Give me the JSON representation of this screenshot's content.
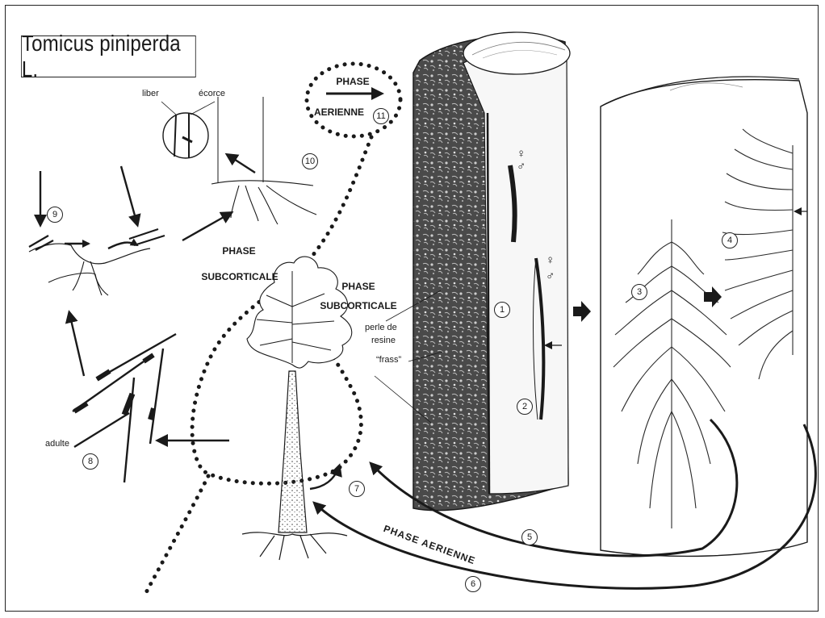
{
  "title": "Tomicus piniperda L.",
  "labels": {
    "liber": "liber",
    "ecorce": "écorce",
    "phase_aerienne_top_1": "PHASE",
    "phase_aerienne_top_2": "AERIENNE",
    "phase_subcorticale_left_1": "PHASE",
    "phase_subcorticale_left_2": "SUBCORTICALE",
    "phase_subcorticale_mid_1": "PHASE",
    "phase_subcorticale_mid_2": "SUBCORTICALE",
    "perle_de_resine_1": "perle de",
    "perle_de_resine_2": "resine",
    "frass": "“frass”",
    "adulte": "adulte",
    "phase_aerienne_bottom": "PHASE AERIENNE"
  },
  "stage_numbers": [
    "1",
    "2",
    "3",
    "4",
    "5",
    "6",
    "7",
    "8",
    "9",
    "10",
    "11"
  ],
  "sex_symbols": [
    "♀",
    "♂",
    "♀",
    "♂"
  ],
  "colors": {
    "ink": "#1a1a1a",
    "background": "#ffffff"
  },
  "icons": [
    "pine-tree",
    "bark-section",
    "gallery-pattern",
    "twig",
    "beetle",
    "magnifier-inset"
  ]
}
